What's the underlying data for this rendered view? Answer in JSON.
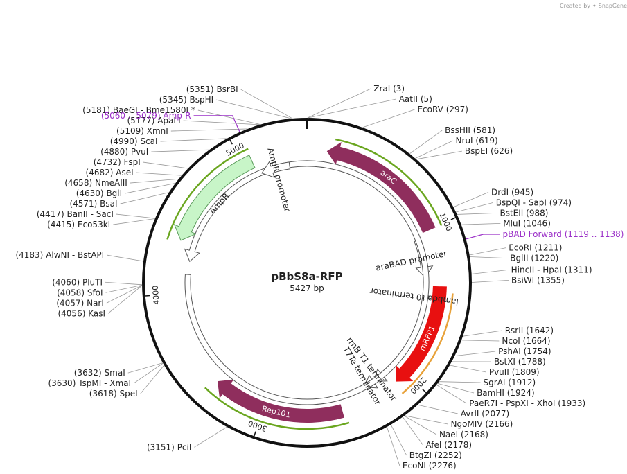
{
  "brand": "Created by ✦ SnapGene",
  "plasmid": {
    "name": "pBbS8a-RFP",
    "length_label": "5427 bp",
    "length": 5427,
    "backbone_color": "#111111"
  },
  "scale_ticks": [
    "1000",
    "2000",
    "3000",
    "4000",
    "5000"
  ],
  "colors": {
    "araC": "#8f2e5d",
    "Rep101": "#8f2e5d",
    "mRFP1": "#e81010",
    "AmpR": "#c8f5c8",
    "promoter": "#ffffff",
    "green_strand": "#6aa61f",
    "orange_strand": "#e8a23a",
    "primer": "#9b30c8"
  },
  "features": [
    {
      "name": "araC",
      "label": "araC",
      "start": 1006,
      "end": 130,
      "direction": "reverse",
      "kind": "cds",
      "color": "araC",
      "label_inside": true
    },
    {
      "name": "araBAD promoter",
      "label": "araBAD promoter",
      "start": 1040,
      "end": 1320,
      "direction": "forward",
      "kind": "promoter"
    },
    {
      "name": "mRFP1",
      "label": "mRFP1",
      "start": 1380,
      "end": 2080,
      "direction": "forward",
      "kind": "cds",
      "color": "mRFP1",
      "label_inside": true
    },
    {
      "name": "rrnB T1 terminator",
      "label": "rrnB T1 terminator",
      "start": 2120,
      "end": 2200,
      "direction": "forward",
      "kind": "terminator"
    },
    {
      "name": "T7Te terminator",
      "label": "T7Te terminator",
      "start": 2230,
      "end": 2280,
      "direction": "forward",
      "kind": "terminator"
    },
    {
      "name": "Rep101",
      "label": "Rep101",
      "start": 2480,
      "end": 3350,
      "direction": "forward",
      "kind": "cds",
      "color": "Rep101",
      "label_inside": true
    },
    {
      "name": "lambda t0 terminator",
      "label": "lambda t0 terminator",
      "start": 4130,
      "end": 4225,
      "direction": "reverse",
      "kind": "terminator"
    },
    {
      "name": "AmpR",
      "label": "AmpR",
      "start": 5060,
      "end": 4350,
      "direction": "reverse",
      "kind": "cds",
      "color": "AmpR"
    },
    {
      "name": "AmpR promoter",
      "label": "AmpR promoter",
      "start": 5300,
      "end": 5090,
      "direction": "reverse",
      "kind": "promoter"
    }
  ],
  "strands": [
    {
      "start": 170,
      "end": 1010,
      "color": "green_strand"
    },
    {
      "start": 1420,
      "end": 2100,
      "color": "orange_strand"
    },
    {
      "start": 2460,
      "end": 3380,
      "color": "green_strand"
    },
    {
      "start": 4330,
      "end": 5070,
      "color": "green_strand"
    }
  ],
  "primers": [
    {
      "label": "Amp-R",
      "range": "(5060 .. 5079)",
      "pos": 5065
    },
    {
      "label": "pBAD Forward",
      "range": "(1119 .. 1138)",
      "pos": 1125
    }
  ],
  "sites": [
    {
      "enzymes": [
        "ZraI"
      ],
      "pos": "(3)",
      "bp": 3
    },
    {
      "enzymes": [
        "AatII"
      ],
      "pos": "(5)",
      "bp": 5
    },
    {
      "enzymes": [
        "EcoRV"
      ],
      "pos": "(297)",
      "bp": 297
    },
    {
      "enzymes": [
        "BssHII"
      ],
      "pos": "(581)",
      "bp": 581
    },
    {
      "enzymes": [
        "NruI"
      ],
      "pos": "(619)",
      "bp": 619
    },
    {
      "enzymes": [
        "BspEI"
      ],
      "pos": "(626)",
      "bp": 626
    },
    {
      "enzymes": [
        "DrdI"
      ],
      "pos": "(945)",
      "bp": 945
    },
    {
      "enzymes": [
        "BspQI",
        "SapI"
      ],
      "pos": "(974)",
      "bp": 974
    },
    {
      "enzymes": [
        "BstEII"
      ],
      "pos": "(988)",
      "bp": 988
    },
    {
      "enzymes": [
        "MluI"
      ],
      "pos": "(1046)",
      "bp": 1046
    },
    {
      "enzymes": [
        "EcoRI"
      ],
      "pos": "(1211)",
      "bp": 1211
    },
    {
      "enzymes": [
        "BglII"
      ],
      "pos": "(1220)",
      "bp": 1220
    },
    {
      "enzymes": [
        "HincII",
        "HpaI"
      ],
      "pos": "(1311)",
      "bp": 1311
    },
    {
      "enzymes": [
        "BsiWI"
      ],
      "pos": "(1355)",
      "bp": 1355
    },
    {
      "enzymes": [
        "RsrII"
      ],
      "pos": "(1642)",
      "bp": 1642
    },
    {
      "enzymes": [
        "NcoI"
      ],
      "pos": "(1664)",
      "bp": 1664
    },
    {
      "enzymes": [
        "PshAI"
      ],
      "pos": "(1754)",
      "bp": 1754
    },
    {
      "enzymes": [
        "BstXI"
      ],
      "pos": "(1788)",
      "bp": 1788
    },
    {
      "enzymes": [
        "PvuII"
      ],
      "pos": "(1809)",
      "bp": 1809
    },
    {
      "enzymes": [
        "SgrAI"
      ],
      "pos": "(1912)",
      "bp": 1912
    },
    {
      "enzymes": [
        "BamHI"
      ],
      "pos": "(1924)",
      "bp": 1924
    },
    {
      "enzymes": [
        "PaeR7I",
        "PspXI",
        "XhoI"
      ],
      "pos": "(1933)",
      "bp": 1933
    },
    {
      "enzymes": [
        "AvrII"
      ],
      "pos": "(2077)",
      "bp": 2077
    },
    {
      "enzymes": [
        "NgoMIV"
      ],
      "pos": "(2166)",
      "bp": 2166
    },
    {
      "enzymes": [
        "NaeI"
      ],
      "pos": "(2168)",
      "bp": 2168
    },
    {
      "enzymes": [
        "AfeI"
      ],
      "pos": "(2178)",
      "bp": 2178
    },
    {
      "enzymes": [
        "BtgZI"
      ],
      "pos": "(2252)",
      "bp": 2252
    },
    {
      "enzymes": [
        "EcoNI"
      ],
      "pos": "(2276)",
      "bp": 2276
    },
    {
      "enzymes": [
        "PciI"
      ],
      "pos": "(3151)",
      "bp": 3151
    },
    {
      "enzymes": [
        "SpeI"
      ],
      "pos": "(3618)",
      "bp": 3618
    },
    {
      "enzymes": [
        "TspMI",
        "XmaI"
      ],
      "pos": "(3630)",
      "bp": 3630
    },
    {
      "enzymes": [
        "SmaI"
      ],
      "pos": "(3632)",
      "bp": 3632
    },
    {
      "enzymes": [
        "KasI"
      ],
      "pos": "(4056)",
      "bp": 4056
    },
    {
      "enzymes": [
        "NarI"
      ],
      "pos": "(4057)",
      "bp": 4057
    },
    {
      "enzymes": [
        "SfoI"
      ],
      "pos": "(4058)",
      "bp": 4058
    },
    {
      "enzymes": [
        "PluTI"
      ],
      "pos": "(4060)",
      "bp": 4060
    },
    {
      "enzymes": [
        "AlwNI",
        "BstAPI"
      ],
      "pos": "(4183)",
      "bp": 4183
    },
    {
      "enzymes": [
        "Eco53kI"
      ],
      "pos": "(4415)",
      "bp": 4415
    },
    {
      "enzymes": [
        "BanII",
        "SacI"
      ],
      "pos": "(4417)",
      "bp": 4417
    },
    {
      "enzymes": [
        "BsaI"
      ],
      "pos": "(4571)",
      "bp": 4571
    },
    {
      "enzymes": [
        "BglI"
      ],
      "pos": "(4630)",
      "bp": 4630
    },
    {
      "enzymes": [
        "NmeAIII"
      ],
      "pos": "(4658)",
      "bp": 4658
    },
    {
      "enzymes": [
        "AseI"
      ],
      "pos": "(4682)",
      "bp": 4682
    },
    {
      "enzymes": [
        "FspI"
      ],
      "pos": "(4732)",
      "bp": 4732
    },
    {
      "enzymes": [
        "PvuI"
      ],
      "pos": "(4880)",
      "bp": 4880
    },
    {
      "enzymes": [
        "ScaI"
      ],
      "pos": "(4990)",
      "bp": 4990
    },
    {
      "enzymes": [
        "XmnI"
      ],
      "pos": "(5109)",
      "bp": 5109
    },
    {
      "enzymes": [
        "ApaLI"
      ],
      "pos": "(5177)",
      "bp": 5177
    },
    {
      "enzymes": [
        "BaeGI",
        "Bme1580I *"
      ],
      "pos": "(5181)",
      "bp": 5181
    },
    {
      "enzymes": [
        "BspHI"
      ],
      "pos": "(5345)",
      "bp": 5345
    },
    {
      "enzymes": [
        "BsrBI"
      ],
      "pos": "(5351)",
      "bp": 5351
    }
  ]
}
